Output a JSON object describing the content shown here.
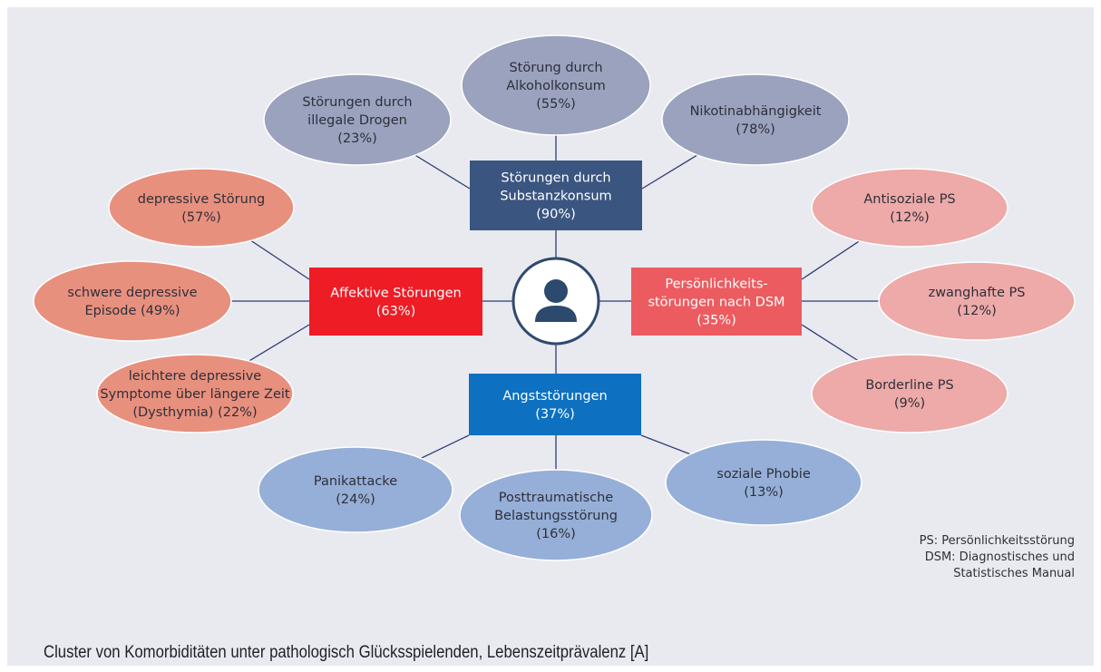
{
  "center": {
    "icon": "person-icon"
  },
  "colors": {
    "substance": "#3a5580",
    "substance_child": "#9aa2be",
    "affective": "#ee1c25",
    "affective_child": "#e8907e",
    "personality": "#ec5b5f",
    "personality_child": "#edaaa8",
    "anxiety": "#0d70c0",
    "anxiety_child": "#96afd8"
  },
  "categories": {
    "substance": {
      "lines": [
        "Störungen durch",
        "Substanzkonsum",
        "(90%)"
      ],
      "children": [
        {
          "lines": [
            "Störungen durch",
            "illegale Drogen",
            "(23%)"
          ]
        },
        {
          "lines": [
            "Störung durch",
            "Alkoholkonsum",
            "(55%)"
          ]
        },
        {
          "lines": [
            "Nikotinabhängigkeit",
            "(78%)"
          ]
        }
      ]
    },
    "affective": {
      "lines": [
        "Affektive Störungen",
        "(63%)"
      ],
      "children": [
        {
          "lines": [
            "depressive Störung",
            "(57%)"
          ]
        },
        {
          "lines": [
            "schwere depressive",
            "Episode (49%)"
          ]
        },
        {
          "lines": [
            "leichtere depressive",
            "Symptome über längere Zeit",
            "(Dysthymia) (22%)"
          ]
        }
      ]
    },
    "personality": {
      "lines": [
        "Persönlichkeits-",
        "störungen nach DSM",
        "(35%)"
      ],
      "children": [
        {
          "lines": [
            "Antisoziale PS",
            "(12%)"
          ]
        },
        {
          "lines": [
            "zwanghafte PS",
            "(12%)"
          ]
        },
        {
          "lines": [
            "Borderline PS",
            "(9%)"
          ]
        }
      ]
    },
    "anxiety": {
      "lines": [
        "Angststörungen",
        "(37%)"
      ],
      "children": [
        {
          "lines": [
            "Panikattacke",
            "(24%)"
          ]
        },
        {
          "lines": [
            "Posttraumatische",
            "Belastungsstörung",
            "(16%)"
          ]
        },
        {
          "lines": [
            "soziale Phobie",
            "(13%)"
          ]
        }
      ]
    }
  },
  "legend": {
    "lines": [
      "PS: Persönlichkeitsstörung",
      "DSM: Diagnostisches und",
      "Statistisches  Manual"
    ]
  },
  "caption": "Cluster von Komorbiditäten unter pathologisch Glücksspielenden, Lebenszeitprävalenz [A]"
}
